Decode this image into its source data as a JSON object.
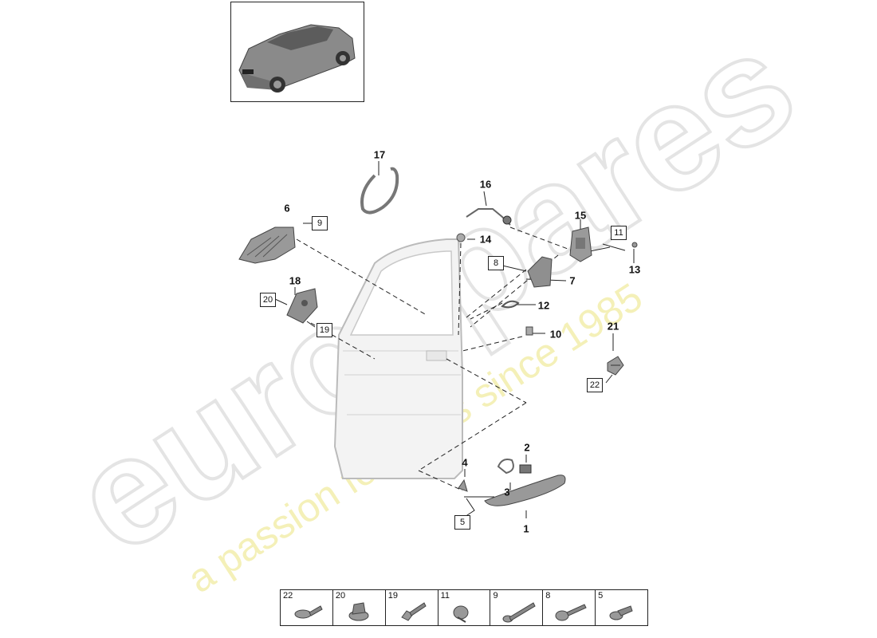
{
  "watermark": {
    "brand": "eurospares",
    "tagline": "a passion for parts since 1985",
    "brand_color": "#e6e6e6",
    "tagline_color": "#f3efb0"
  },
  "callouts": {
    "c1": "1",
    "c2": "2",
    "c3": "3",
    "c4": "4",
    "c6": "6",
    "c7": "7",
    "c10": "10",
    "c12": "12",
    "c13": "13",
    "c14": "14",
    "c15": "15",
    "c16": "16",
    "c17": "17",
    "c18": "18",
    "c21": "21"
  },
  "boxed_refs": {
    "b5": "5",
    "b8": "8",
    "b9": "9",
    "b11": "11",
    "b19": "19",
    "b20": "20",
    "b22": "22"
  },
  "legend": [
    {
      "number": "22",
      "icon": "pan-head-screw-icon"
    },
    {
      "number": "20",
      "icon": "flanged-nut-icon"
    },
    {
      "number": "19",
      "icon": "stud-bolt-icon"
    },
    {
      "number": "11",
      "icon": "plastic-clip-icon"
    },
    {
      "number": "9",
      "icon": "long-bolt-icon"
    },
    {
      "number": "8",
      "icon": "torx-screw-icon"
    },
    {
      "number": "5",
      "icon": "flange-bolt-icon"
    }
  ]
}
